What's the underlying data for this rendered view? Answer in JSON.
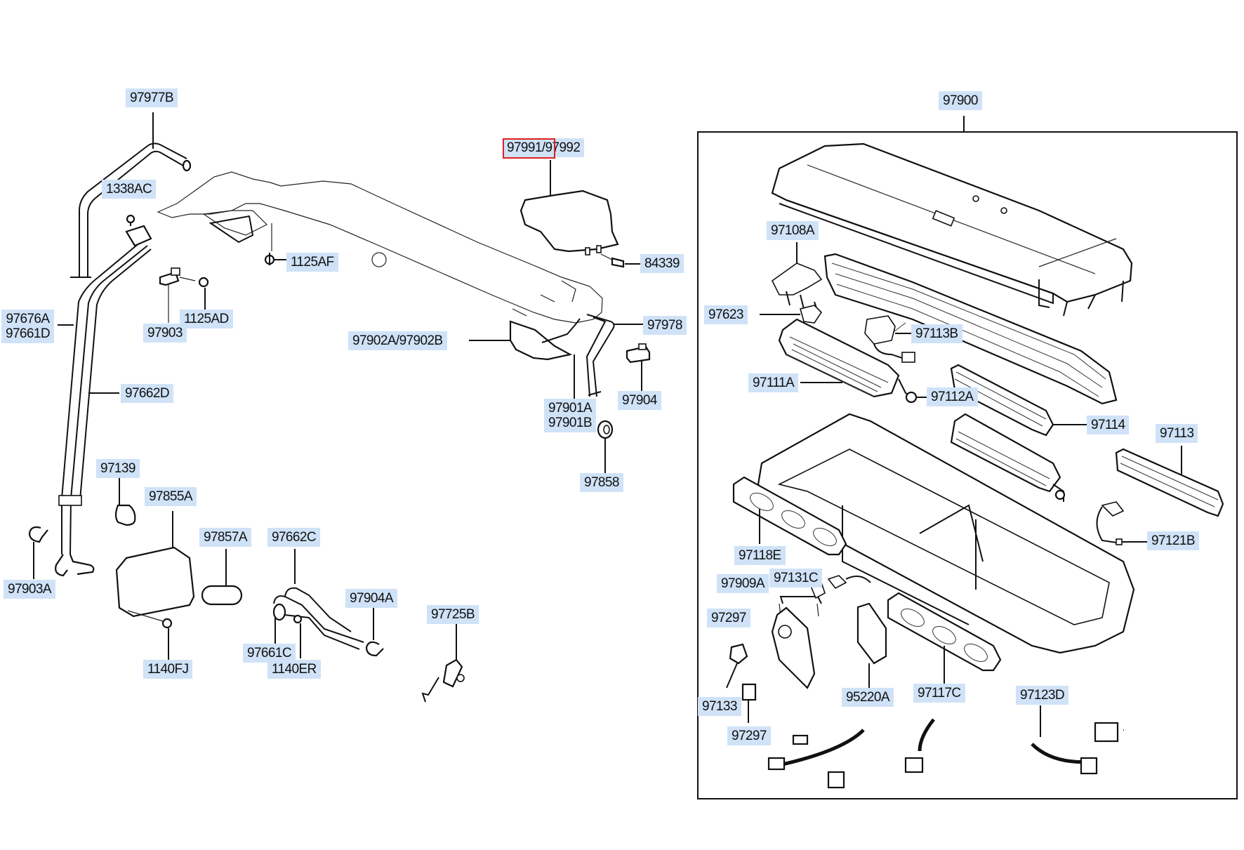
{
  "diagram": {
    "type": "exploded parts diagram",
    "assembly_label": "97900",
    "highlight": {
      "part": "97991",
      "color": "#e02020"
    },
    "label_background": "#cfe2f7",
    "labels": {
      "p97977B": "97977B",
      "p1338AC": "1338AC",
      "p1125AF": "1125AF",
      "p1125AD": "1125AD",
      "p97903": "97903",
      "p97676A": "97676A",
      "p97661D": "97661D",
      "p97662D": "97662D",
      "p97991": "97991/",
      "p97992": "97992",
      "p84339": "84339",
      "p97978": "97978",
      "p97902A": "97902A/",
      "p97902B": "97902B",
      "p97901A": "97901A",
      "p97901B": "97901B",
      "p97904": "97904",
      "p97858": "97858",
      "p97139": "97139",
      "p97855A": "97855A",
      "p97857A": "97857A",
      "p97662C": "97662C",
      "p97903A": "97903A",
      "p97904A": "97904A",
      "p97725B": "97725B",
      "p1140FJ": "1140FJ",
      "p97661C": "97661C",
      "p1140ER": "1140ER",
      "p97900": "97900",
      "p97108A": "97108A",
      "p97623": "97623",
      "p97113B": "97113B",
      "p97111A": "97111A",
      "p97112A": "97112A",
      "p97114": "97114",
      "p97113": "97113",
      "p97121B": "97121B",
      "p97118E": "97118E",
      "p97909A": "97909A",
      "p97131C": "97131C",
      "p97297a": "97297",
      "p95220A": "95220A",
      "p97117C": "97117C",
      "p97133": "97133",
      "p97297b": "97297",
      "p97123D": "97123D"
    }
  }
}
